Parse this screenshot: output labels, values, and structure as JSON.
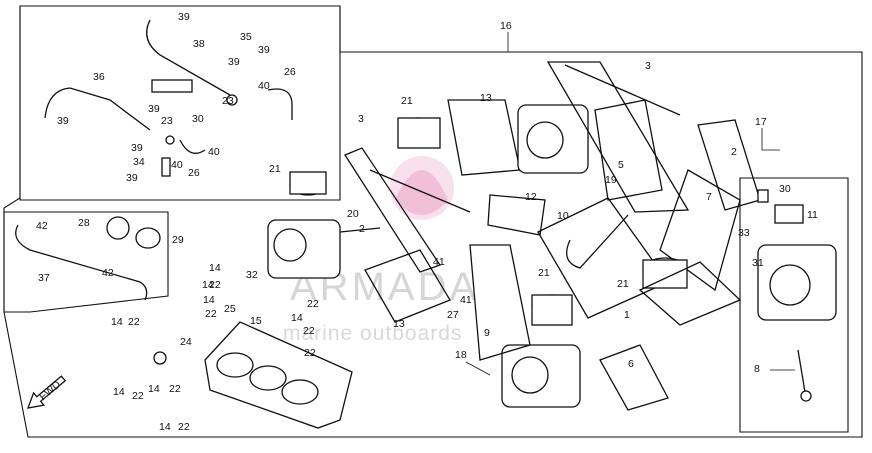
{
  "diagram": {
    "labels": [
      "39",
      "38",
      "35",
      "39",
      "39",
      "40",
      "26",
      "23",
      "36",
      "39",
      "30",
      "39",
      "23",
      "40",
      "34",
      "26",
      "39",
      "40",
      "39",
      "42",
      "28",
      "29",
      "37",
      "42",
      "14",
      "22",
      "16",
      "3",
      "21",
      "13",
      "3",
      "5",
      "19",
      "2",
      "17",
      "21",
      "20",
      "12",
      "7",
      "2",
      "30",
      "11",
      "10",
      "33",
      "31",
      "21",
      "41",
      "21",
      "14",
      "32",
      "25",
      "22",
      "14",
      "22",
      "14",
      "22",
      "15",
      "41",
      "27",
      "1",
      "22",
      "13",
      "24",
      "9",
      "18",
      "6",
      "8",
      "14",
      "22",
      "14",
      "22",
      "14",
      "22",
      "14",
      "22"
    ],
    "fwd_label": "FWD",
    "watermark": {
      "brand": "ARMADA",
      "tagline": "marine outboards",
      "accent_color": "#e9a0c4"
    }
  }
}
